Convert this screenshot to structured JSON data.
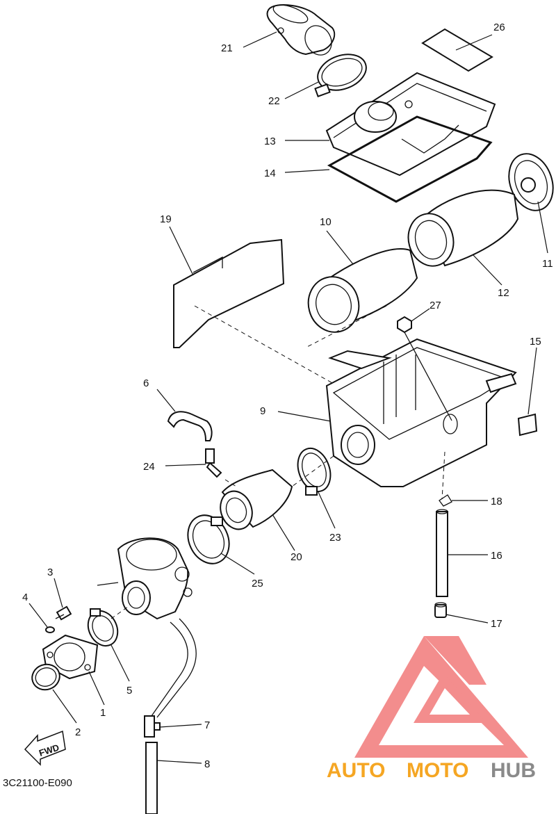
{
  "diagram": {
    "catalog_code": "3C21100-E090",
    "fwd_label": "FWD",
    "watermark": {
      "auto": "AUTO",
      "moto": "MOTO",
      "hub": "HUB",
      "colors": {
        "auto": "#f5a623",
        "moto": "#f5a623",
        "hub": "#8a8a8a",
        "logo": "#f27a7a"
      }
    },
    "callouts": {
      "p1": "1",
      "p2": "2",
      "p3": "3",
      "p4": "4",
      "p5": "5",
      "p6": "6",
      "p7": "7",
      "p8": "8",
      "p9": "9",
      "p10": "10",
      "p11": "11",
      "p12": "12",
      "p13": "13",
      "p14": "14",
      "p15": "15",
      "p16": "16",
      "p17": "17",
      "p18": "18",
      "p19": "19",
      "p20": "20",
      "p21": "21",
      "p22": "22",
      "p23": "23",
      "p24": "24",
      "p25": "25",
      "p26": "26",
      "p27": "27"
    }
  }
}
